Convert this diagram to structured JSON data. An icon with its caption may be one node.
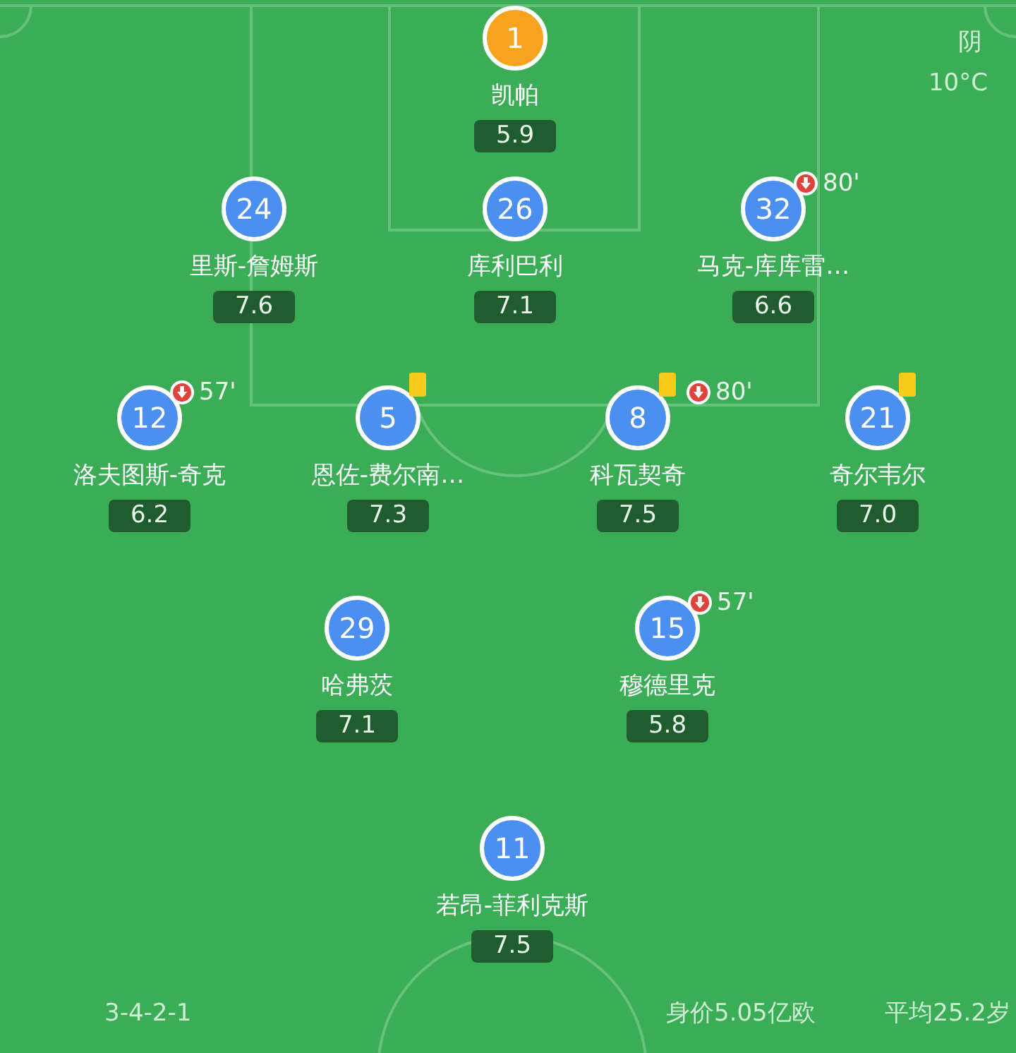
{
  "diagram": {
    "nodes": [
      {
        "text": [
          "1"
        ],
        "beside": [
          "凯帕",
          "5.9"
        ]
      },
      {
        "text": [
          "24"
        ],
        "beside": [
          "里斯-詹姆斯",
          "7.6"
        ]
      },
      {
        "text": [
          "26"
        ],
        "beside": [
          "库利巴利",
          "7.1"
        ]
      },
      {
        "text": [
          "32"
        ],
        "beside": [
          "马克-库库雷…",
          "6.6",
          "80'"
        ]
      },
      {
        "text": [
          "12"
        ],
        "beside": [
          "洛夫图斯-奇克",
          "6.2",
          "57'"
        ]
      },
      {
        "text": [
          "5"
        ],
        "beside": [
          "恩佐-费尔南…",
          "7.3"
        ]
      },
      {
        "text": [
          "8"
        ],
        "beside": [
          "科瓦契奇",
          "7.5",
          "80'"
        ]
      },
      {
        "text": [
          "21"
        ],
        "beside": [
          "奇尔韦尔",
          "7.0"
        ]
      },
      {
        "text": [
          "29"
        ],
        "beside": [
          "哈弗茨",
          "7.1"
        ]
      },
      {
        "text": [
          "15"
        ],
        "beside": [
          "穆德里克",
          "5.8",
          "57'"
        ]
      },
      {
        "text": [
          "11"
        ],
        "beside": [
          "若昂-菲利克斯",
          "7.5"
        ]
      }
    ],
    "edges": [],
    "labels": [
      "阴",
      "10°C",
      "3-4-2-1",
      "身价5.05亿欧",
      "平均25.2岁"
    ]
  }
}
